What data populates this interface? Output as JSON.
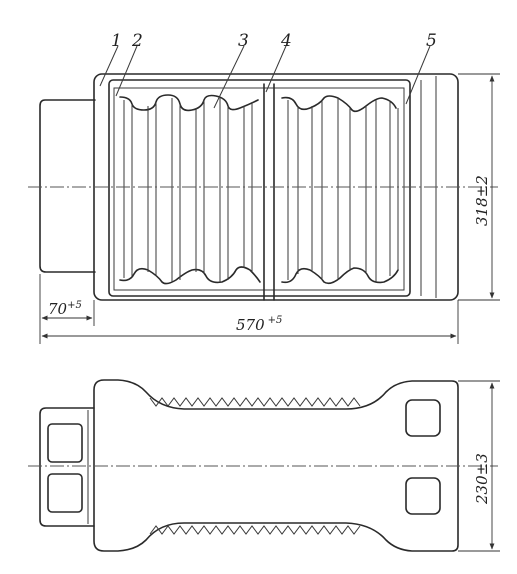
{
  "callouts": [
    "1",
    "2",
    "3",
    "4",
    "5"
  ],
  "dimensions": {
    "overall_length": {
      "value": "570",
      "tolerance": "+5"
    },
    "height_top_view": {
      "value": "318±2"
    },
    "handle_depth": {
      "value": "70",
      "tolerance": "+5"
    },
    "width_bottom_view": {
      "value": "230±3"
    }
  }
}
